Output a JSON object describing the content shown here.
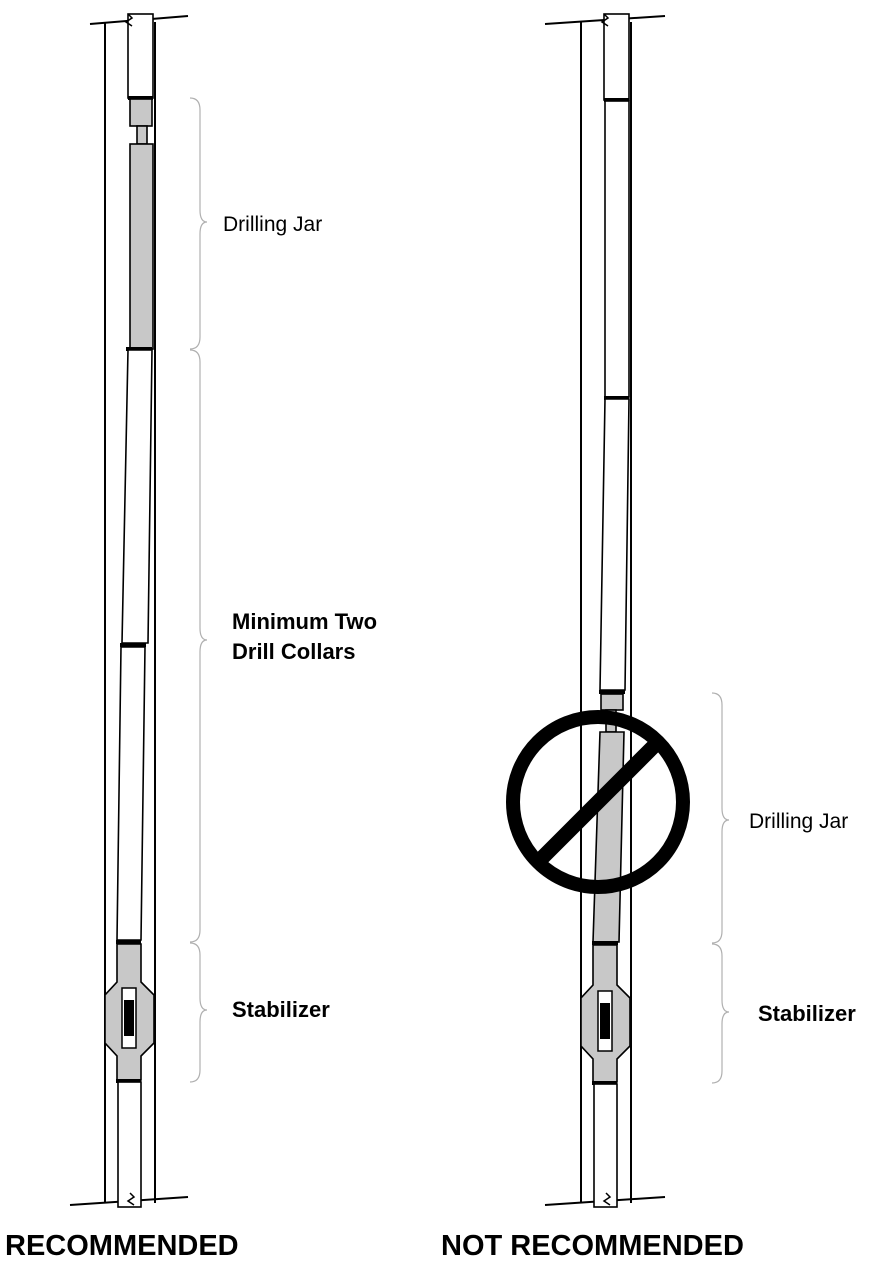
{
  "left_assembly": {
    "caption": "RECOMMENDED",
    "labels": {
      "drilling_jar": "Drilling Jar",
      "drill_collars_line1": "Minimum Two",
      "drill_collars_line2": "Drill Collars",
      "stabilizer": "Stabilizer"
    }
  },
  "right_assembly": {
    "caption": "NOT RECOMMENDED",
    "labels": {
      "drilling_jar": "Drilling Jar",
      "stabilizer": "Stabilizer"
    },
    "prohibition_symbol": "no-entry-icon"
  }
}
